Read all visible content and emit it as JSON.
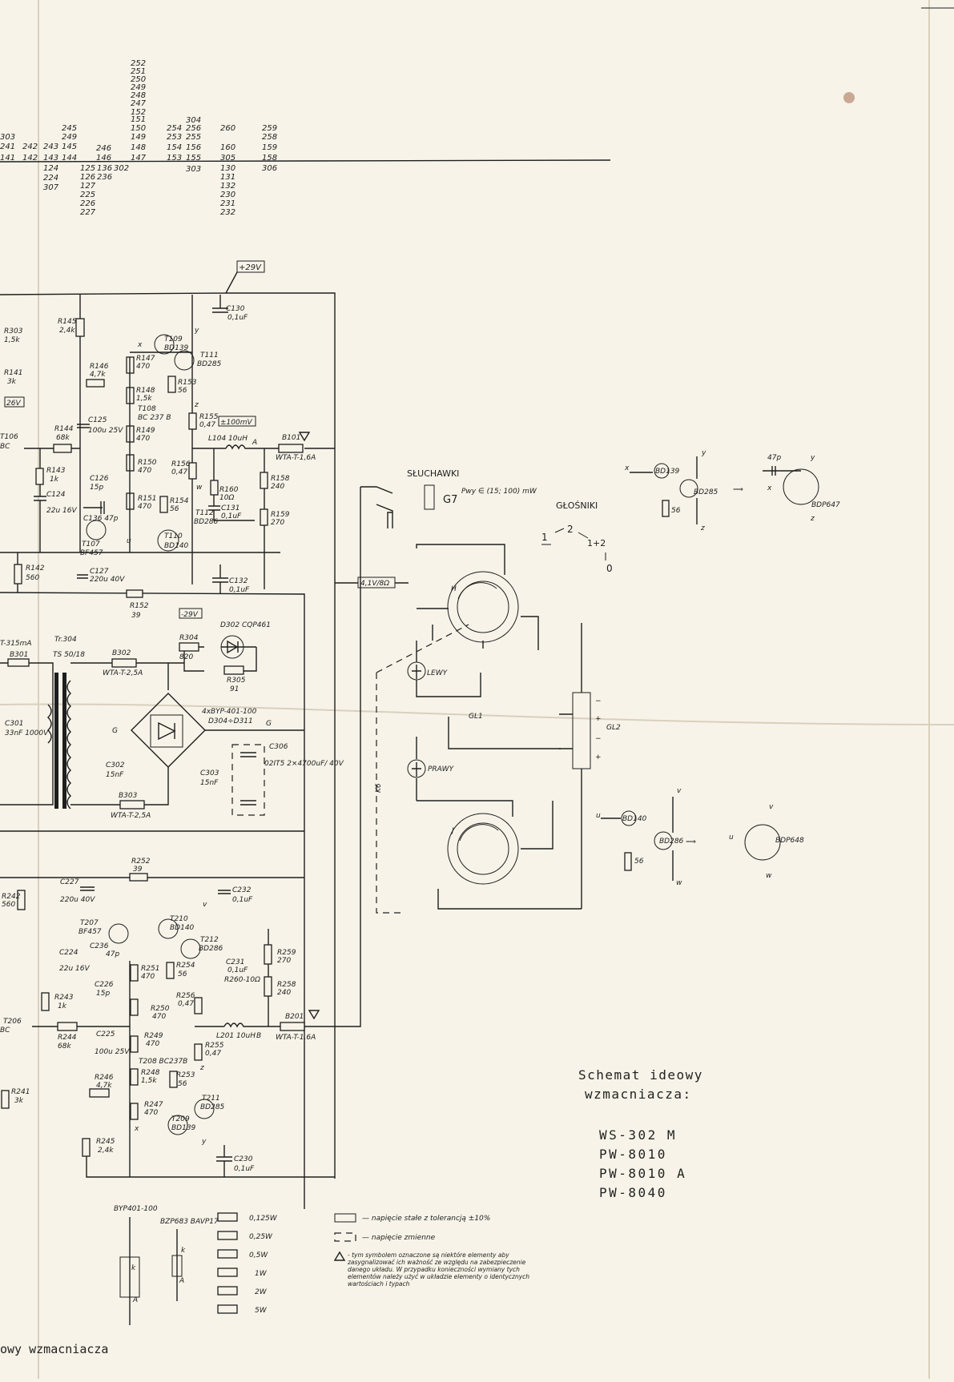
{
  "refs": {
    "col0": [
      "303",
      "241",
      "141"
    ],
    "col1": [
      "242",
      "142"
    ],
    "col2": [
      "243",
      "143",
      "124",
      "224",
      "307"
    ],
    "col3": [
      "245",
      "249",
      "145",
      "144"
    ],
    "col4": [
      "246",
      "146",
      "125",
      "126",
      "127",
      "225",
      "226",
      "227"
    ],
    "col5": [
      "136",
      "236"
    ],
    "col6": [
      "302"
    ],
    "col7": [
      "252",
      "251",
      "250",
      "249",
      "248",
      "247",
      "152",
      "151",
      "150",
      "149",
      "148",
      "147"
    ],
    "col8": [
      "254",
      "253",
      "154",
      "153"
    ],
    "col9": [
      "304",
      "256",
      "255",
      "156",
      "155",
      "303"
    ],
    "col10": [
      "260",
      "160",
      "305",
      "130",
      "131",
      "132",
      "230",
      "231",
      "232"
    ],
    "col11": [
      "259",
      "258",
      "159",
      "158",
      "306"
    ]
  },
  "supply": {
    "pos": "+29V",
    "neg": "-29V",
    "v26": "26V",
    "v100": "±100mV",
    "v41": "4,1V/8Ω"
  },
  "components": {
    "r303": "R303",
    "r303v": "1,5k",
    "r141": "R141",
    "r141v": "3k",
    "t106": "T106",
    "t106v": "BC",
    "r145": "R145",
    "r145v": "2,4k",
    "r146": "R146",
    "r146v": "4,7k",
    "r147": "R147",
    "r147v": "470",
    "r148": "R148",
    "r148v": "1,5k",
    "t108": "T108",
    "t108v": "BC 237 B",
    "r149": "R149",
    "r149v": "470",
    "r150": "R150",
    "r150v": "470",
    "r151": "R151",
    "r151v": "470",
    "r153": "R153",
    "r153v": "56",
    "r154": "R154",
    "r154v": "56",
    "r155": "R155",
    "r155v": "0,47",
    "r156": "R156",
    "r156v": "0,47",
    "t109": "T109",
    "t109v": "BD139",
    "t111": "T111",
    "t111v": "BD285",
    "t110": "T110",
    "t110v": "BD140",
    "t112": "T112",
    "t112v": "BD286",
    "t107": "T107",
    "t107v": "BF457",
    "c130": "C130",
    "c130v": "0,1uF",
    "c125": "C125",
    "c125v": "100u 25V",
    "c126": "C126",
    "c126v": "15p",
    "c136": "C136 47p",
    "r144": "R144",
    "r144v": "68k",
    "r143": "R143",
    "r143v": "1k",
    "c124": "C124",
    "c124v": "22u 16V",
    "r142": "R142",
    "r142v": "560",
    "c127": "C127",
    "c127v": "220u 40V",
    "r152": "R152",
    "r152v": "39",
    "c132": "C132",
    "c132v": "0,1uF",
    "l104": "L104  10uH",
    "b101": "B101",
    "b101v": "WTA-T-1,6A",
    "r158": "R158",
    "r158v": "240",
    "r159": "R159",
    "r159v": "270",
    "r160": "R160",
    "r160v": "10Ω",
    "c131": "C131",
    "c131v": "0,1uF",
    "fuse_main": "T-315mA",
    "b301": "B301",
    "tr": "Tr.304",
    "tr_type": "TS 50/18",
    "b302": "B302",
    "b302v": "WTA-T-2,5A",
    "r304": "R304",
    "r304v": "820",
    "d302": "D302  CQP461",
    "r305": "R305",
    "r305v": "91",
    "bridge": "4xBYP-401-100",
    "bridge2": "D304÷D311",
    "c301": "C301",
    "c301v": "33nF 1000V",
    "c302": "C302",
    "c302v": "15nF",
    "c303": "C303",
    "c303v": "15nF",
    "c306": "C306",
    "c306v": "02IT5 2×4700uF/ 40V",
    "b303": "B303",
    "b303v": "WTA-T-2,5A",
    "r252": "R252",
    "r252v": "39",
    "c227": "C227",
    "c227v": "220u 40V",
    "c232": "C232",
    "c232v": "0,1uF",
    "r242": "R242",
    "r242v": "560",
    "t207": "T207",
    "t207v": "BF457",
    "t210": "T210",
    "t210v": "BD140",
    "t212": "T212",
    "t212v": "BD286",
    "c224": "C224",
    "c224v": "22u 16V",
    "c236": "C236",
    "c236v": "47p",
    "r251": "R251",
    "r251v": "470",
    "r254": "R254",
    "r254v": "56",
    "c231": "C231",
    "c231v": "0,1uF",
    "r260": "R260-10Ω",
    "r259": "R259",
    "r259v": "270",
    "r258": "R258",
    "r258v": "240",
    "r243": "R243",
    "r243v": "1k",
    "c226": "C226",
    "c226v": "15p",
    "r250": "R250",
    "r250v": "470",
    "r256": "R256",
    "r256v": "0,47",
    "l201": "L201 10uH",
    "b201": "B201",
    "b201v": "WTA-T-1,6A",
    "t206": "T206",
    "t206v": "BC",
    "r244": "R244",
    "r244v": "68k",
    "c225": "C225",
    "c225v": "100u 25V",
    "r249": "R249",
    "r249v": "470",
    "r255": "R255",
    "r255v": "0,47",
    "t208": "T208 BC237B",
    "r246": "R246",
    "r246v": "4,7k",
    "r248": "R248",
    "r248v": "1,5k",
    "r253": "R253",
    "r253v": "56",
    "r241": "R241",
    "r241v": "3k",
    "r247": "R247",
    "r247v": "470",
    "t209": "T209",
    "t209v": "BD139",
    "t211": "T211",
    "t211v": "BD285",
    "r245": "R245",
    "r245v": "2,4k",
    "c230": "C230",
    "c230v": "0,1uF"
  },
  "nodes": {
    "A": "A",
    "B": "B",
    "G": "G",
    "x": "x",
    "y": "y",
    "z": "z",
    "u": "u",
    "v": "v",
    "w": "w",
    "H": "H",
    "J": "J"
  },
  "outputs": {
    "headphones": "SŁUCHAWKI",
    "g7": "G7",
    "power": "Pwy ∈ (15; 100) mW",
    "speakers": "GŁOŚNIKI",
    "sel1": "1",
    "sel2": "2",
    "sel12": "1+2",
    "sel0": "0",
    "left": "LEWY",
    "right": "PRAWY",
    "gl1": "GL1",
    "gl2": "GL2",
    "k6": "K6"
  },
  "equiv": {
    "top_in1": "BD139",
    "top_in2": "BD285",
    "top_out": "BDP647",
    "top_cap": "47p",
    "bot_in1": "BD140",
    "bot_in2": "BD286",
    "bot_out": "BDP648",
    "r56": "56"
  },
  "title": {
    "line1": "Schemat ideowy",
    "line2": "wzmacniacza:",
    "models": [
      "WS-302 M",
      "PW-8010",
      "PW-8010 A",
      "PW-8040"
    ]
  },
  "legend": {
    "diode1": "BYP401-100",
    "diode2": "BZP683 BAVP17",
    "p1": "0,125W",
    "p2": "0,25W",
    "p3": "0,5W",
    "p4": "1W",
    "p5": "2W",
    "p6": "5W",
    "v_fixed": "— napięcie stałe z tolerancją ±10%",
    "v_var": "— napięcie zmienne",
    "note": "- tym symbolem oznaczone są niektóre elementy aby zasygnalizować ich ważność ze względu na zabezpieczenie danego układu. W przypadku konieczności wymiany tych elementów należy użyć w układzie elementy o identycznych wartościach i typach"
  },
  "footer": "owy wzmacniacza"
}
